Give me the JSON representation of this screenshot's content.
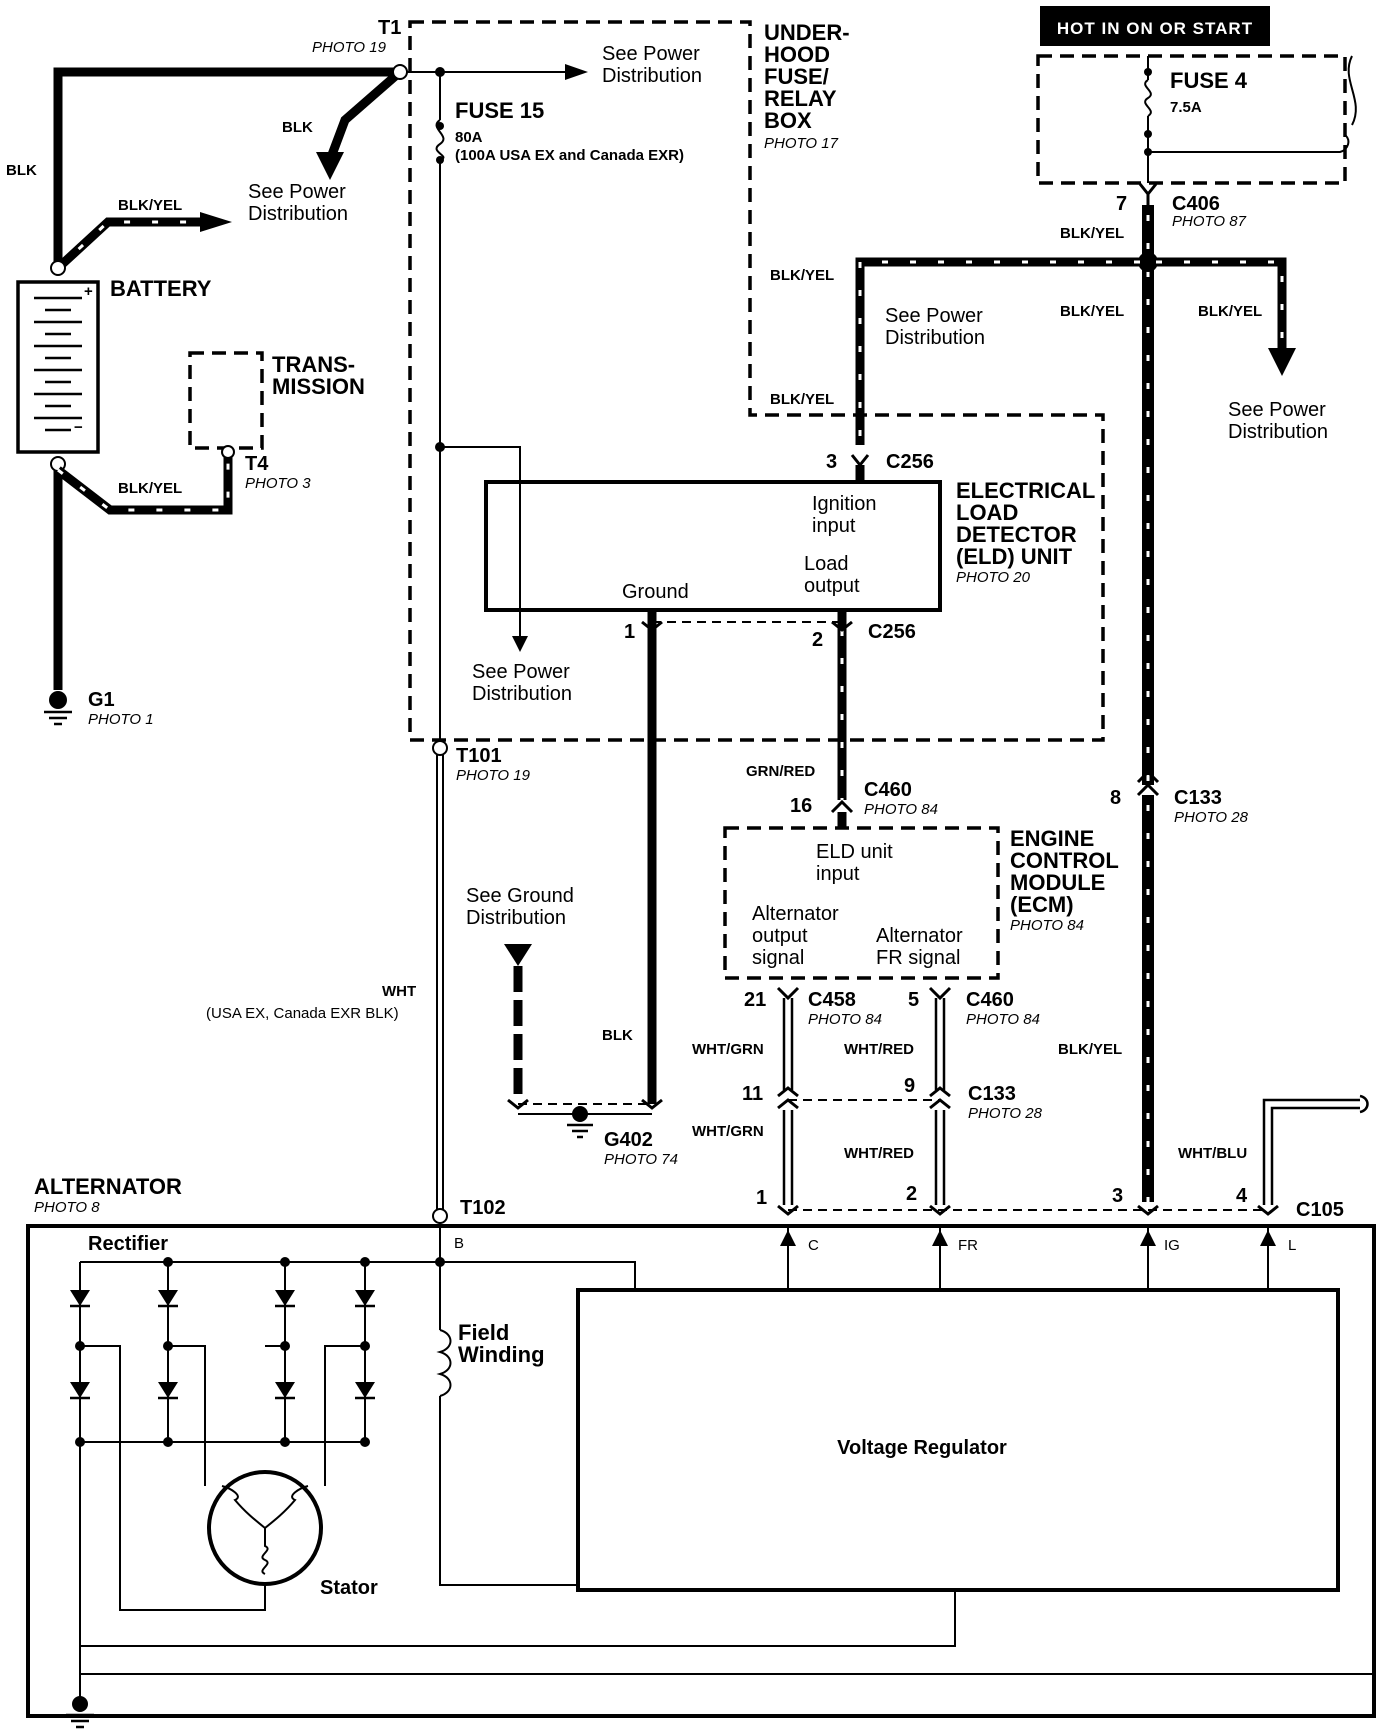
{
  "labels": {
    "t1": "T1",
    "t1_photo": "PHOTO 19",
    "see_power_1a": "See Power",
    "see_power_1b": "Distribution",
    "underhood_1": "UNDER-",
    "underhood_2": "HOOD",
    "underhood_3": "FUSE/",
    "underhood_4": "RELAY",
    "underhood_5": "BOX",
    "underhood_photo": "PHOTO 17",
    "hot_in": "HOT IN ON OR START",
    "fuse4": "FUSE 4",
    "fuse4_amp": "7.5A",
    "blk_top": "BLK",
    "blk_t1": "BLK",
    "see_power_2a": "See Power",
    "see_power_2b": "Distribution",
    "blkyel_bat": "BLK/YEL",
    "fuse15": "FUSE 15",
    "fuse15_amp": "80A",
    "fuse15_note": "(100A USA EX and Canada EXR)",
    "c406_pin": "7",
    "c406": "C406",
    "c406_photo": "PHOTO 87",
    "blkyel_c406": "BLK/YEL",
    "blkyel_left": "BLK/YEL",
    "see_power_3a": "See Power",
    "see_power_3b": "Distribution",
    "blkyel_mid": "BLK/YEL",
    "blkyel_right": "BLK/YEL",
    "see_power_4a": "See Power",
    "see_power_4b": "Distribution",
    "battery": "BATTERY",
    "trans_1": "TRANS-",
    "trans_2": "MISSION",
    "blkyel_c256": "BLK/YEL",
    "c256_pin3": "3",
    "c256_top": "C256",
    "t4": "T4",
    "t4_photo": "PHOTO 3",
    "blkyel_t4": "BLK/YEL",
    "eld_1": "ELECTRICAL",
    "eld_2": "LOAD",
    "eld_3": "DETECTOR",
    "eld_4": "(ELD) UNIT",
    "eld_photo": "PHOTO 20",
    "ign_1": "Ignition",
    "ign_2": "input",
    "load_1": "Load",
    "load_2": "output",
    "ground": "Ground",
    "blk_low": "BLK",
    "pin1": "1",
    "pin2": "2",
    "c256_bot": "C256",
    "see_power_5a": "See Power",
    "see_power_5b": "Distribution",
    "g1": "G1",
    "g1_photo": "PHOTO 1",
    "t101": "T101",
    "t101_photo": "PHOTO 19",
    "grnred": "GRN/RED",
    "c460_pin": "16",
    "c460": "C460",
    "c460_photo": "PHOTO 84",
    "c133_pin": "8",
    "c133": "C133",
    "c133_photo": "PHOTO 28",
    "ecm_1": "ENGINE",
    "ecm_2": "CONTROL",
    "ecm_3": "MODULE",
    "ecm_4": "(ECM)",
    "ecm_photo": "PHOTO 84",
    "eldin_1": "ELD unit",
    "eldin_2": "input",
    "altout_1": "Alternator",
    "altout_2": "output",
    "altout_3": "signal",
    "altfr_1": "Alternator",
    "altfr_2": "FR signal",
    "see_ground_a": "See Ground",
    "see_ground_b": "Distribution",
    "wht": "WHT",
    "wht_note": "(USA EX, Canada EXR BLK)",
    "pin21": "21",
    "c458": "C458",
    "c458_photo": "PHOTO 84",
    "pin5": "5",
    "c460b": "C460",
    "c460b_photo": "PHOTO 84",
    "whtgrn_1": "WHT/GRN",
    "whtred_1": "WHT/RED",
    "blk_g402": "BLK",
    "blkyel_low": "BLK/YEL",
    "pin11": "11",
    "pin9": "9",
    "c133b": "C133",
    "c133b_photo": "PHOTO 28",
    "g402": "G402",
    "g402_photo": "PHOTO 74",
    "whtgrn_2": "WHT/GRN",
    "whtred_2": "WHT/RED",
    "whtblu": "WHT/BLU",
    "alternator": "ALTERNATOR",
    "alt_photo": "PHOTO 8",
    "t102": "T102",
    "pinA1": "1",
    "pinA2": "2",
    "pinA3": "3",
    "pinA4": "4",
    "c105": "C105",
    "rectifier": "Rectifier",
    "term_b": "B",
    "term_c": "C",
    "term_fr": "FR",
    "term_ig": "IG",
    "term_l": "L",
    "field_1": "Field",
    "field_2": "Winding",
    "voltage_reg": "Voltage Regulator",
    "stator": "Stator"
  }
}
